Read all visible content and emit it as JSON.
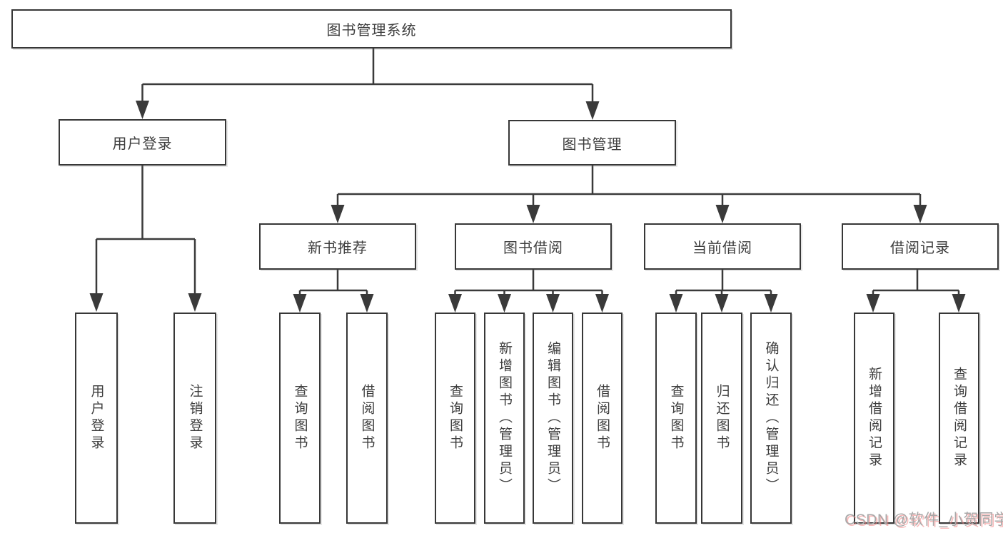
{
  "tree": {
    "root": {
      "label": "图书管理系统"
    },
    "children": [
      {
        "label": "用户登录",
        "children": [
          {
            "label": "用户登录"
          },
          {
            "label": "注销登录"
          }
        ]
      },
      {
        "label": "图书管理",
        "children": [
          {
            "label": "新书推荐",
            "children": [
              {
                "label": "查询图书"
              },
              {
                "label": "借阅图书"
              }
            ]
          },
          {
            "label": "图书借阅",
            "children": [
              {
                "label": "查询图书"
              },
              {
                "label": "新增图书（管理员）"
              },
              {
                "label": "编辑图书（管理员）"
              },
              {
                "label": "借阅图书"
              }
            ]
          },
          {
            "label": "当前借阅",
            "children": [
              {
                "label": "查询图书"
              },
              {
                "label": "归还图书"
              },
              {
                "label": "确认归还（管理员）"
              }
            ]
          },
          {
            "label": "借阅记录",
            "children": [
              {
                "label": "新增借阅记录"
              },
              {
                "label": "查询借阅记录"
              }
            ]
          }
        ]
      }
    ]
  },
  "colors": {
    "line": "#3a3a3a",
    "border": "#373737",
    "text": "#3d3d3d",
    "watermark_gray": "#a8a8a8",
    "watermark_accent": "#f48282"
  },
  "watermark": {
    "text": "CSDN @软件_小贺同学"
  }
}
